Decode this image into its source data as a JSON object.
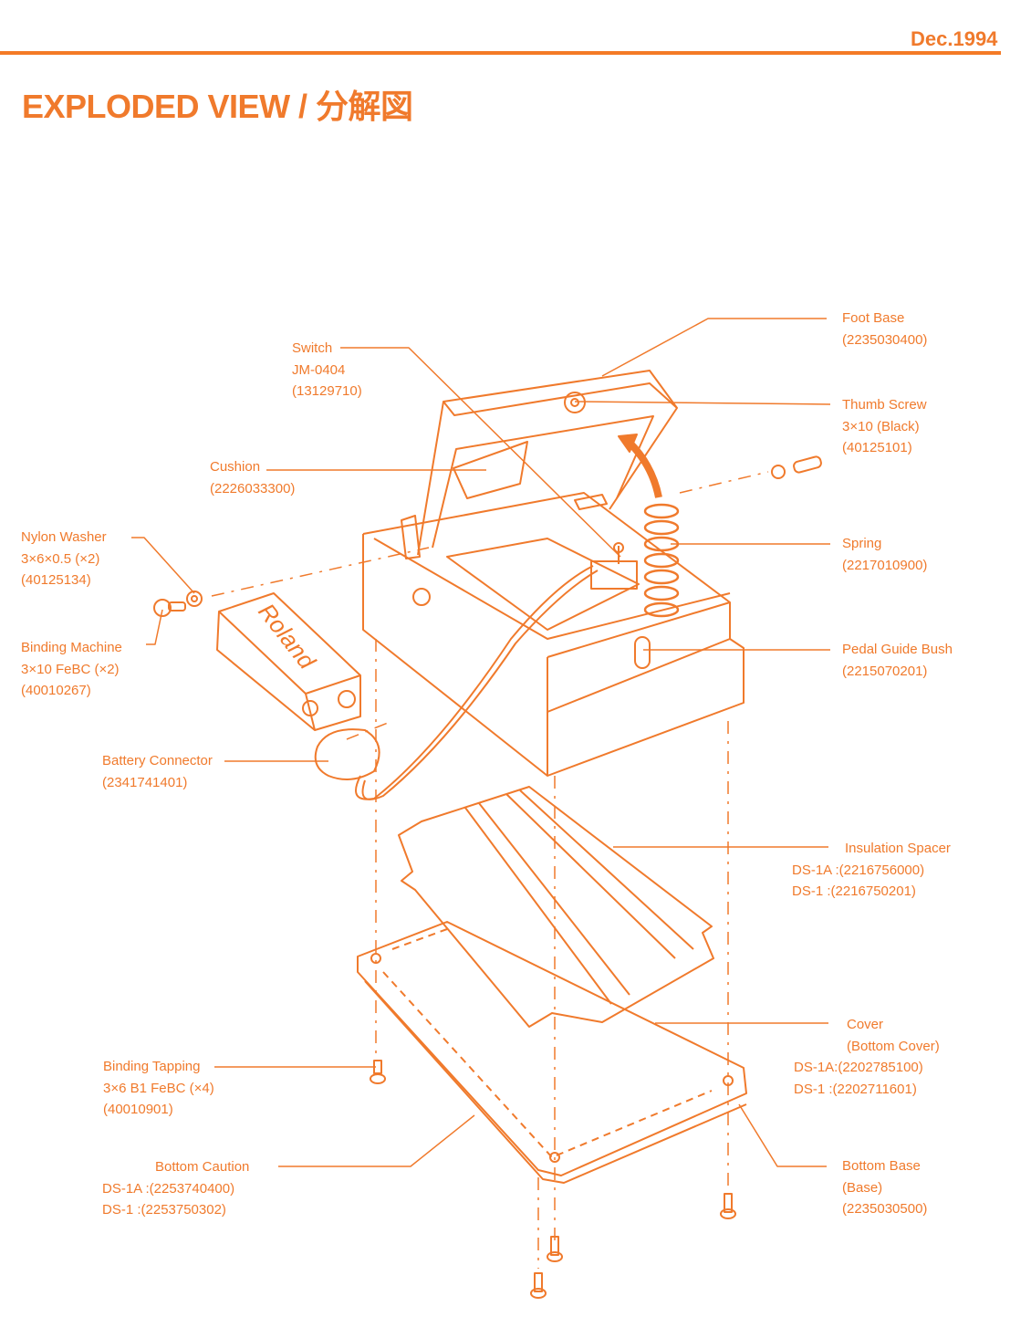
{
  "header": {
    "date": "Dec.1994",
    "title": "EXPLODED VIEW / 分解図"
  },
  "diagram": {
    "brand_on_battery": "Roland",
    "accent_color": "#f07a2c"
  },
  "parts": {
    "foot_base": [
      "Foot Base",
      "(2235030400)"
    ],
    "switch": [
      "Switch",
      "JM-0404",
      "(13129710)"
    ],
    "thumb_screw": [
      "Thumb Screw",
      "3×10 (Black)",
      "(40125101)"
    ],
    "cushion": [
      "Cushion",
      "(2226033300)"
    ],
    "nylon_washer": [
      "Nylon Washer",
      "3×6×0.5 (×2)",
      "(40125134)"
    ],
    "spring": [
      "Spring",
      "(2217010900)"
    ],
    "binding_machine": [
      "Binding Machine",
      "3×10 FeBC (×2)",
      "(40010267)"
    ],
    "pedal_guide_bush": [
      "Pedal Guide Bush",
      "(2215070201)"
    ],
    "battery_connector": [
      "Battery Connector",
      "(2341741401)"
    ],
    "insulation_spacer": [
      "Insulation Spacer",
      "DS-1A  :(2216756000)",
      "DS-1    :(2216750201)"
    ],
    "cover": [
      "Cover",
      "(Bottom Cover)",
      "DS-1A:(2202785100)",
      "DS-1    :(2202711601)"
    ],
    "binding_tapping": [
      "Binding Tapping",
      "3×6 B1 FeBC (×4)",
      "(40010901)"
    ],
    "bottom_caution": [
      "Bottom Caution",
      "DS-1A  :(2253740400)",
      "DS-1    :(2253750302)"
    ],
    "bottom_base": [
      "Bottom Base",
      "(Base)",
      "(2235030500)"
    ]
  }
}
